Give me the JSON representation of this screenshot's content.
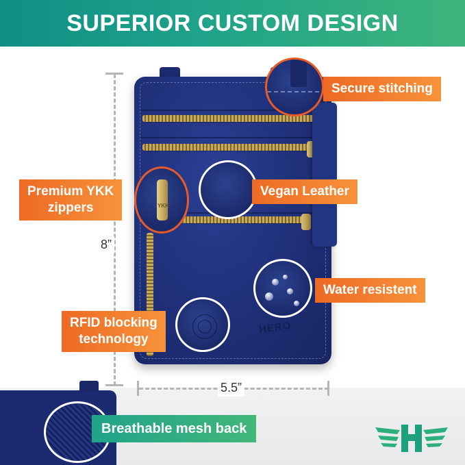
{
  "banner": {
    "title": "SUPERIOR CUSTOM DESIGN"
  },
  "dimensions": {
    "height": "8”",
    "width": "5.5”"
  },
  "callouts": {
    "stitching": "Secure stitching",
    "zippers_line1": "Premium YKK",
    "zippers_line2": "zippers",
    "leather": "Vegan Leather",
    "water": "Water resistent",
    "rfid_line1": "RFID blocking",
    "rfid_line2": "technology",
    "mesh": "Breathable mesh back"
  },
  "bag": {
    "brand_mark": "HERO",
    "zipper_mark": "YKK"
  },
  "colors": {
    "banner_start": "#0f8f86",
    "banner_end": "#3db57b",
    "accent_orange": "#ee6a24",
    "accent_green": "#21a38a",
    "bag_navy": "#1f2f78",
    "zipper_gold": "#c9a95a"
  },
  "icons": [
    "brand-logo-icon"
  ]
}
